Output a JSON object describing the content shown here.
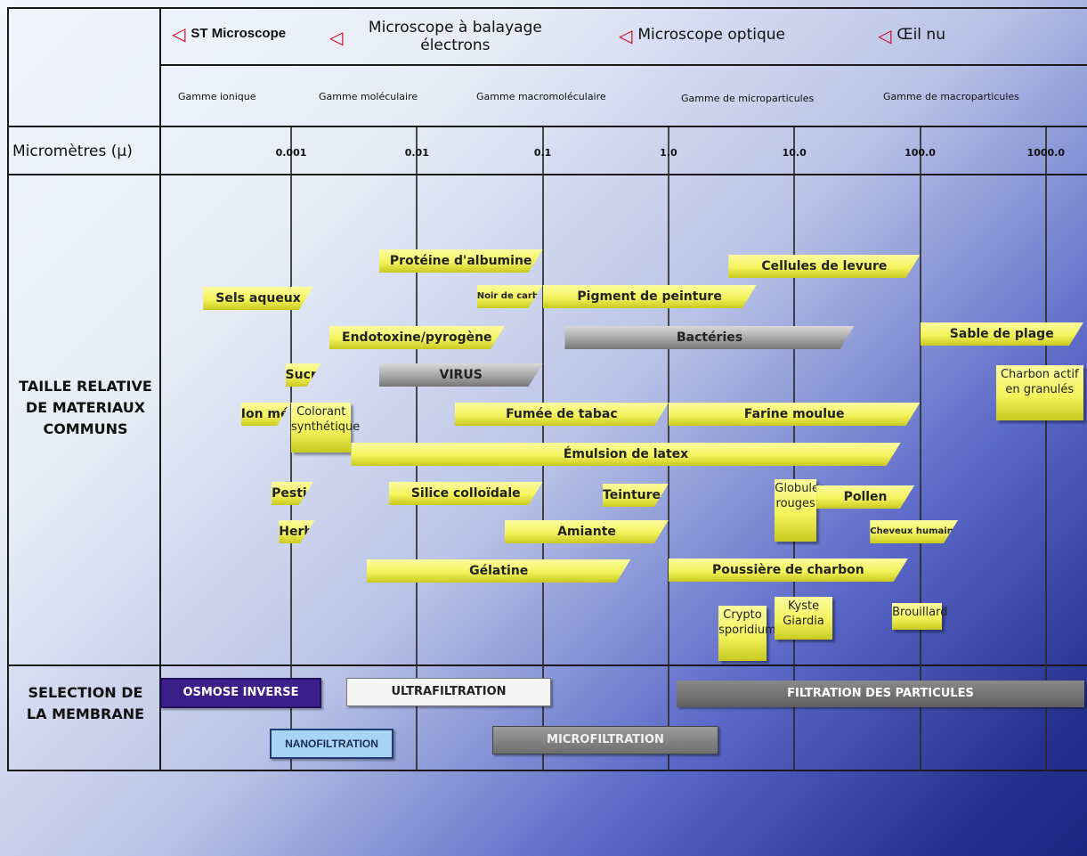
{
  "colors": {
    "accent_red": "#d0021b",
    "bar_yellow": "#f3f35c",
    "bar_gray": "#a4a4a4",
    "osmose": "#3b1f8a",
    "nano": "#a8d4f3",
    "ultra": "#f4f4f4",
    "micro": "#808080",
    "particle": "#6e6e6e"
  },
  "header": {
    "icon": "left-triangle-outline-icon",
    "microscopes": [
      {
        "label": "ST Microscope"
      },
      {
        "label": "Microscope à balayage électrons"
      },
      {
        "label": "Microscope optique"
      },
      {
        "label": "Œil nu"
      }
    ],
    "ranges": [
      "Gamme ionique",
      "Gamme moléculaire",
      "Gamme macromoléculaire",
      "Gamme de microparticules",
      "Gamme de macroparticules"
    ]
  },
  "axis": {
    "label": "Micromètres (µ)",
    "ticks": [
      "0.001",
      "0.01",
      "0.1",
      "1.0",
      "10.0",
      "100.0",
      "1000.0"
    ]
  },
  "side_labels": {
    "materials": "TAILLE RELATIVE DE MATERIAUX COMMUNS",
    "membrane": "SELECTION DE LA MEMBRANE"
  },
  "materials": [
    {
      "label": "Protéine d'albumine",
      "min": 0.005,
      "max": 0.1,
      "style": "yellow"
    },
    {
      "label": "Cellules de levure",
      "min": 3,
      "max": 100,
      "style": "yellow"
    },
    {
      "label": "Sels aqueux",
      "min": 0.0002,
      "max": 0.0015,
      "style": "yellow"
    },
    {
      "label": "Noir de carbone",
      "min": 0.03,
      "max": 0.1,
      "style": "yellow"
    },
    {
      "label": "Pigment de peinture",
      "min": 0.1,
      "max": 5,
      "style": "yellow"
    },
    {
      "label": "Endotoxine/pyrogène",
      "min": 0.002,
      "max": 0.05,
      "style": "yellow"
    },
    {
      "label": "Bactéries",
      "min": 0.15,
      "max": 30,
      "style": "gray"
    },
    {
      "label": "Sable de plage",
      "min": 100,
      "max": 2000,
      "style": "yellow"
    },
    {
      "label": "Sucre",
      "min": 0.0009,
      "max": 0.0015,
      "style": "yellow"
    },
    {
      "label": "VIRUS",
      "min": 0.005,
      "max": 0.1,
      "style": "gray"
    },
    {
      "label": "Charbon actif en granulés",
      "min": 400,
      "max": 3000,
      "style": "box"
    },
    {
      "label": "Ion métallique",
      "min": 0.0004,
      "max": 0.001,
      "style": "yellow"
    },
    {
      "label": "Colorant synthétique",
      "min": 0.001,
      "max": 0.003,
      "style": "box"
    },
    {
      "label": "Fumée de tabac",
      "min": 0.02,
      "max": 1,
      "style": "yellow"
    },
    {
      "label": "Farine moulue",
      "min": 1,
      "max": 100,
      "style": "yellow"
    },
    {
      "label": "Émulsion de latex",
      "min": 0.003,
      "max": 70,
      "style": "yellow"
    },
    {
      "label": "Pesticide",
      "min": 0.0007,
      "max": 0.0015,
      "style": "yellow"
    },
    {
      "label": "Silice colloïdale",
      "min": 0.006,
      "max": 0.1,
      "style": "yellow"
    },
    {
      "label": "Teinture indigo",
      "min": 0.3,
      "max": 1,
      "style": "yellow"
    },
    {
      "label": "Globules rouges",
      "min": 7,
      "max": 15,
      "style": "box"
    },
    {
      "label": "Pollen",
      "min": 15,
      "max": 90,
      "style": "yellow"
    },
    {
      "label": "Herbicide",
      "min": 0.0008,
      "max": 0.0015,
      "style": "yellow"
    },
    {
      "label": "Amiante",
      "min": 0.05,
      "max": 1,
      "style": "yellow"
    },
    {
      "label": "Cheveux humains",
      "min": 40,
      "max": 200,
      "style": "yellow"
    },
    {
      "label": "Gélatine",
      "min": 0.004,
      "max": 0.5,
      "style": "yellow"
    },
    {
      "label": "Poussière de charbon",
      "min": 1,
      "max": 80,
      "style": "yellow"
    },
    {
      "label": "Crypto sporidium",
      "min": 2.5,
      "max": 6,
      "style": "box"
    },
    {
      "label": "Kyste Giardia",
      "min": 7,
      "max": 20,
      "style": "box"
    },
    {
      "label": "Brouillard",
      "min": 60,
      "max": 150,
      "style": "box"
    }
  ],
  "membranes": [
    {
      "label": "OSMOSE INVERSE"
    },
    {
      "label": "ULTRAFILTRATION"
    },
    {
      "label": "FILTRATION DES PARTICULES"
    },
    {
      "label": "NANOFILTRATION"
    },
    {
      "label": "MICROFILTRATION"
    }
  ]
}
